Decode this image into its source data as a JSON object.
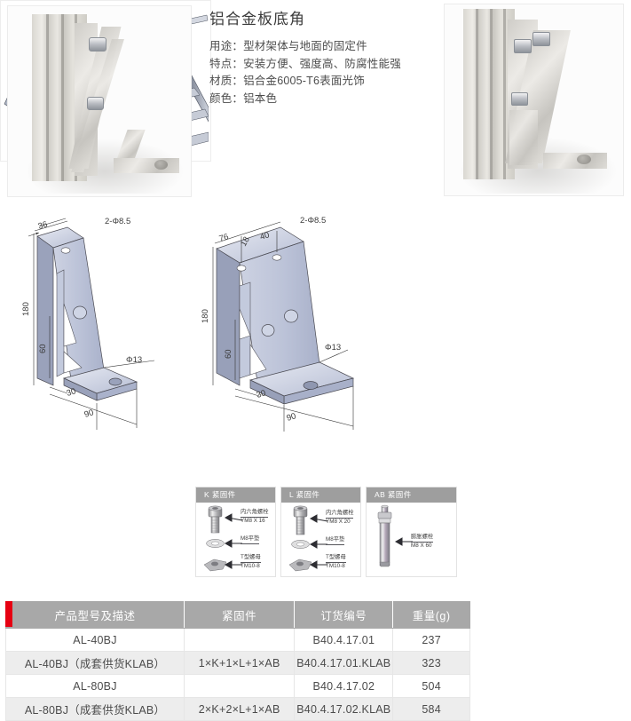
{
  "product": {
    "title": "铝合金板底角",
    "specs": [
      "用途：型材架体与地面的固定件",
      "特点：安装方便、强度高、防腐性能强",
      "材质：铝合金6005-T6表面光饰",
      "颜色：铝本色"
    ]
  },
  "photos": {
    "photo_left_alt": "铝合金板底角安装实物图（AL-40BJ）",
    "photo_right_alt": "铝合金板底角安装实物图（AL-80BJ）",
    "render_alt": "型材架体底角应用示意图"
  },
  "drawings": [
    {
      "name": "AL-40BJ",
      "dims": {
        "top_width": "36",
        "hole_top": "2-Φ8.5",
        "height": "180",
        "mid_height": "60",
        "base_inner": "30",
        "base_width": "90",
        "hole_base": "Φ13"
      }
    },
    {
      "name": "AL-80BJ",
      "dims": {
        "top_width": "76",
        "hole_offset": "18",
        "hole_pitch": "40",
        "hole_top": "2-Φ8.5",
        "height": "180",
        "mid_height": "60",
        "base_inner": "30",
        "base_width": "90",
        "hole_base": "Φ13"
      }
    }
  ],
  "fasteners": [
    {
      "id": "K",
      "header": "K 紧固件",
      "parts": [
        {
          "name": "内六角螺栓",
          "code": "YM8 X 16",
          "icon": "hex-socket-bolt-icon"
        },
        {
          "name": "M8平垫",
          "code": "",
          "icon": "flat-washer-icon"
        },
        {
          "name": "T型螺母",
          "code": "TM10-8",
          "icon": "t-nut-icon"
        }
      ]
    },
    {
      "id": "L",
      "header": "L 紧固件",
      "parts": [
        {
          "name": "内六角螺栓",
          "code": "YM8 X 20",
          "icon": "hex-socket-bolt-icon"
        },
        {
          "name": "M8平垫",
          "code": "",
          "icon": "flat-washer-icon"
        },
        {
          "name": "T型螺母",
          "code": "TM10-8",
          "icon": "t-nut-icon"
        }
      ]
    },
    {
      "id": "AB",
      "header": "AB 紧固件",
      "parts": [
        {
          "name": "膨胀螺栓",
          "code": "M8 X 60",
          "icon": "expansion-bolt-icon"
        }
      ]
    }
  ],
  "table": {
    "headers": [
      "产品型号及描述",
      "紧固件",
      "订货编号",
      "重量(g)"
    ],
    "rows": [
      {
        "model": "AL-40BJ",
        "fastener": "",
        "order_no": "B40.4.17.01",
        "weight": "237"
      },
      {
        "model": "AL-40BJ（成套供货KLAB）",
        "fastener": "1×K+1×L+1×AB",
        "order_no": "B40.4.17.01.KLAB",
        "weight": "323"
      },
      {
        "model": "AL-80BJ",
        "fastener": "",
        "order_no": "B40.4.17.02",
        "weight": "504"
      },
      {
        "model": "AL-80BJ（成套供货KLAB）",
        "fastener": "2×K+2×L+1×AB",
        "order_no": "B40.4.17.02.KLAB",
        "weight": "584"
      }
    ]
  },
  "colors": {
    "accent_red": "#e60012",
    "header_gray": "#a8a8a8",
    "legend_header_gray": "#9e9e9e",
    "row_alt_gray": "#ededed",
    "metal_blue": "#b9c0d6",
    "highlight_blue": "#1a9ad6"
  }
}
